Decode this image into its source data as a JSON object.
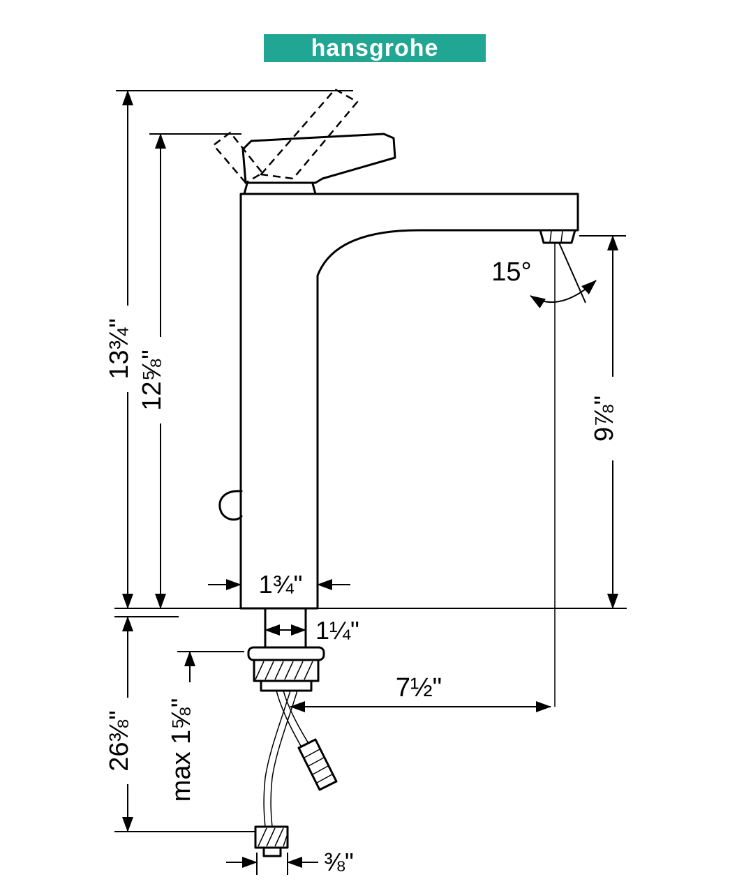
{
  "brand": {
    "name": "hansgrohe",
    "bar_color": "#21A693",
    "text_color": "#FFFFFF"
  },
  "drawing": {
    "line_color": "#000000",
    "background_color": "#FFFFFF",
    "labels": {
      "overall_height": "13¾\"",
      "handle_height": "12⅝\"",
      "spout_height": "9⅞\"",
      "spout_angle": "15°",
      "body_width": "1¾\"",
      "shank_width": "1¼\"",
      "overall_with_hoses": "26⅜\"",
      "max_mounting_thickness": "max 1⅝\"",
      "spout_reach": "7½\"",
      "hose_connection": "⅜\""
    }
  }
}
